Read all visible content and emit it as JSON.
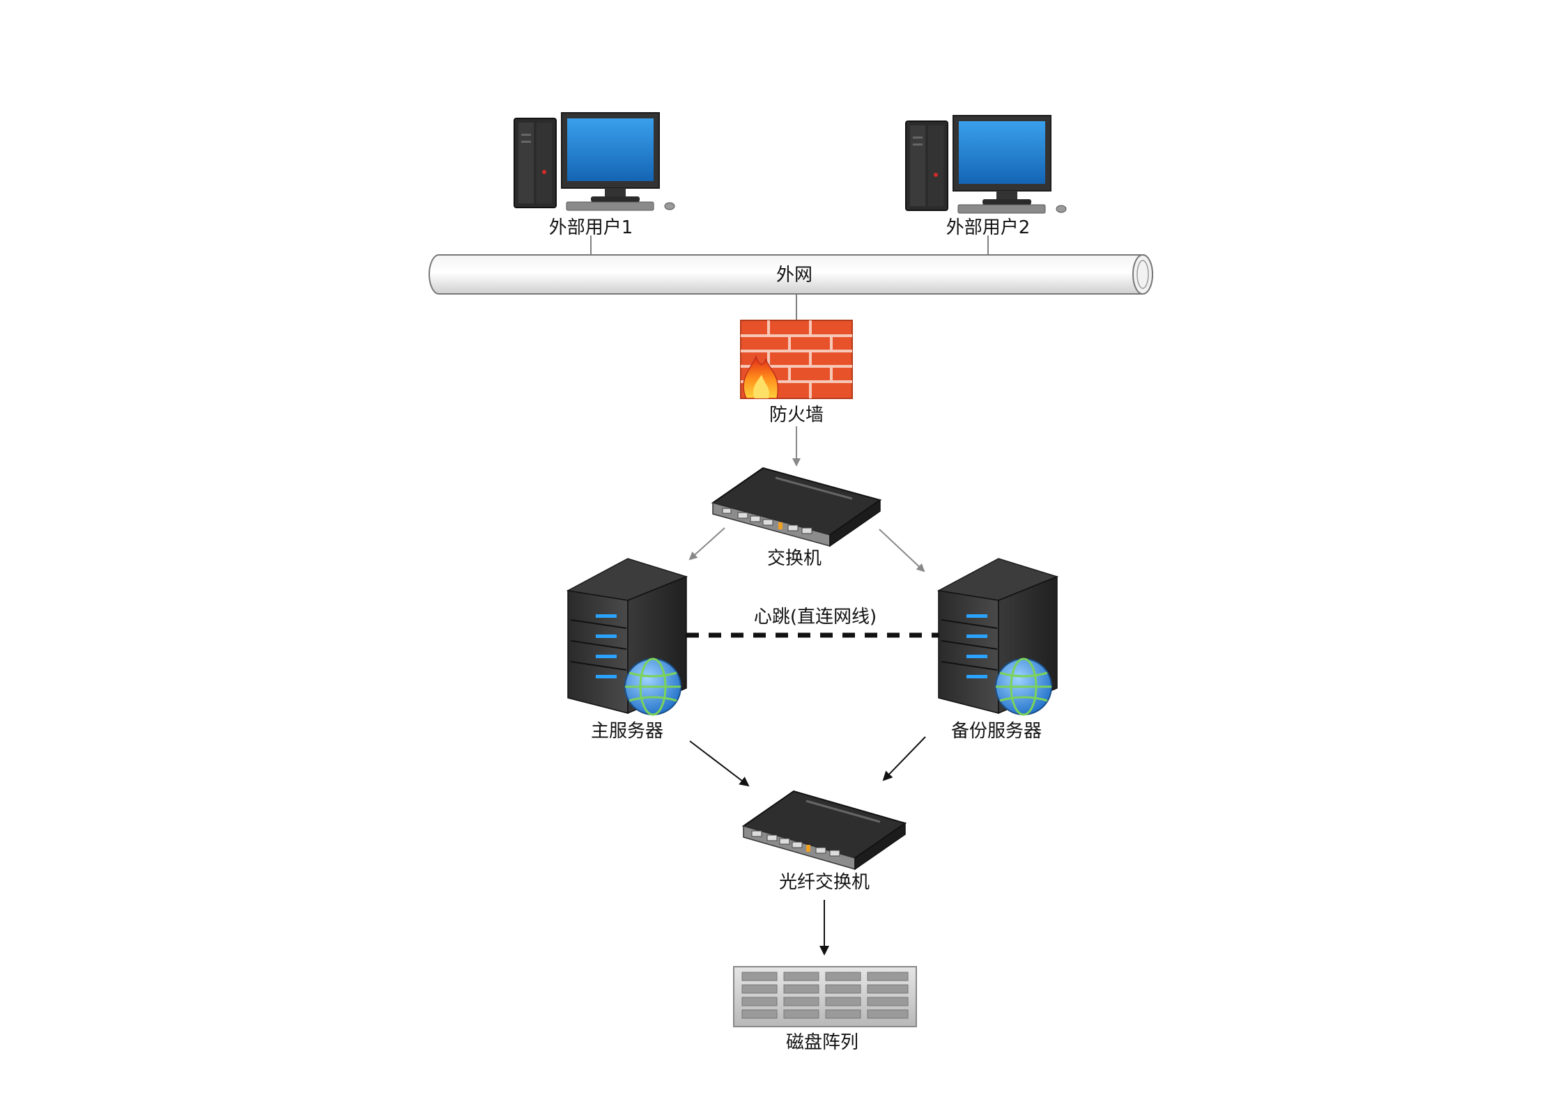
{
  "network_bus": {
    "label": "外网"
  },
  "nodes": {
    "user1": {
      "label": "外部用户1",
      "icon": "desktop-computer-icon"
    },
    "user2": {
      "label": "外部用户2",
      "icon": "desktop-computer-icon"
    },
    "firewall": {
      "label": "防火墙",
      "icon": "firewall-icon"
    },
    "switch": {
      "label": "交换机",
      "icon": "network-switch-icon"
    },
    "primary_server": {
      "label": "主服务器",
      "icon": "server-tower-icon"
    },
    "backup_server": {
      "label": "备份服务器",
      "icon": "server-tower-icon"
    },
    "fiber_switch": {
      "label": "光纤交换机",
      "icon": "network-switch-icon"
    },
    "disk_array": {
      "label": "磁盘阵列",
      "icon": "disk-array-icon"
    }
  },
  "links": {
    "heartbeat": {
      "label": "心跳(直连网线)",
      "style": "dashed"
    }
  },
  "colors": {
    "firewall_brick": "#e8522a",
    "monitor_screen": "#1e88d8",
    "server_led": "#2aa3ff",
    "arrow_gray": "#888888",
    "arrow_black": "#111111"
  }
}
